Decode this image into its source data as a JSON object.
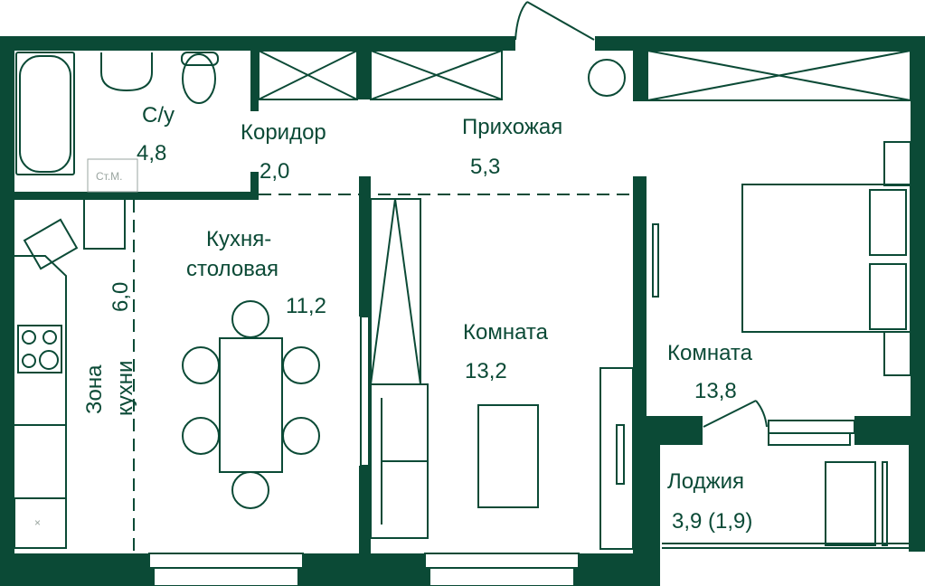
{
  "colors": {
    "wall": "#0b4a36",
    "background": "#ffffff"
  },
  "rooms": {
    "bathroom": {
      "name": "С/у",
      "area": "4,8",
      "appliance": "Ст.М."
    },
    "corridor": {
      "name": "Коридор",
      "area": "2,0"
    },
    "hallway": {
      "name": "Прихожая",
      "area": "5,3"
    },
    "kitchen": {
      "name_line1": "Кухня-",
      "name_line2": "столовая",
      "area": "11,2"
    },
    "kitchen_zone": {
      "name_line1": "Зона",
      "name_line2": "кухни",
      "area": "6,0"
    },
    "room1": {
      "name": "Комната",
      "area": "13,2"
    },
    "room2": {
      "name": "Комната",
      "area": "13,8"
    },
    "loggia": {
      "name": "Лоджия",
      "area": "3,9 (1,9)"
    }
  }
}
